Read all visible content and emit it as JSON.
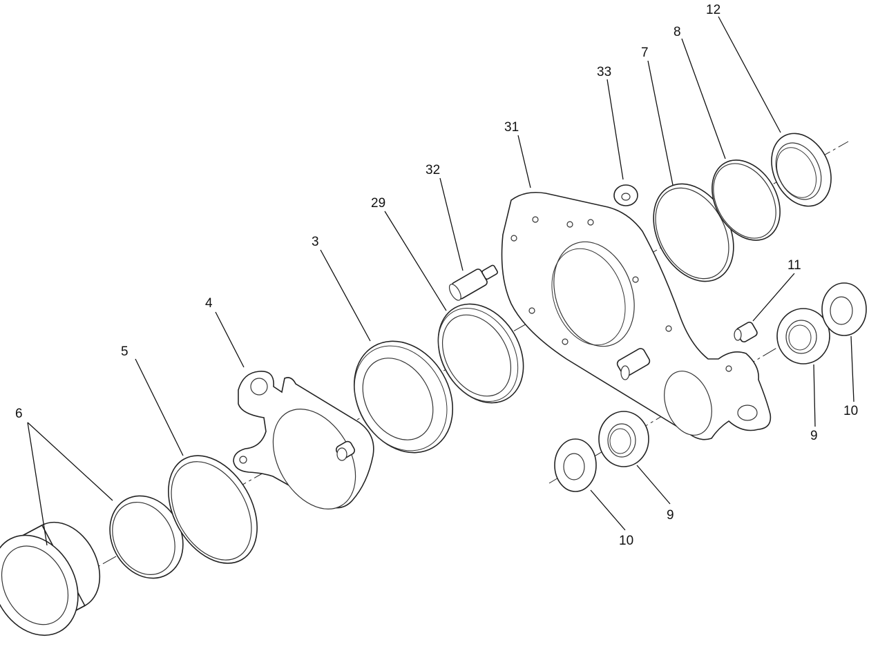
{
  "diagram": {
    "callouts": [
      {
        "id": "c6",
        "label": "6"
      },
      {
        "id": "c5",
        "label": "5"
      },
      {
        "id": "c4",
        "label": "4"
      },
      {
        "id": "c3",
        "label": "3"
      },
      {
        "id": "c29",
        "label": "29"
      },
      {
        "id": "c32",
        "label": "32"
      },
      {
        "id": "c31",
        "label": "31"
      },
      {
        "id": "c33",
        "label": "33"
      },
      {
        "id": "c7",
        "label": "7"
      },
      {
        "id": "c8",
        "label": "8"
      },
      {
        "id": "c12",
        "label": "12"
      },
      {
        "id": "c11",
        "label": "11"
      },
      {
        "id": "c9a",
        "label": "9"
      },
      {
        "id": "c10a",
        "label": "10"
      },
      {
        "id": "c9b",
        "label": "9"
      },
      {
        "id": "c10b",
        "label": "10"
      }
    ]
  }
}
